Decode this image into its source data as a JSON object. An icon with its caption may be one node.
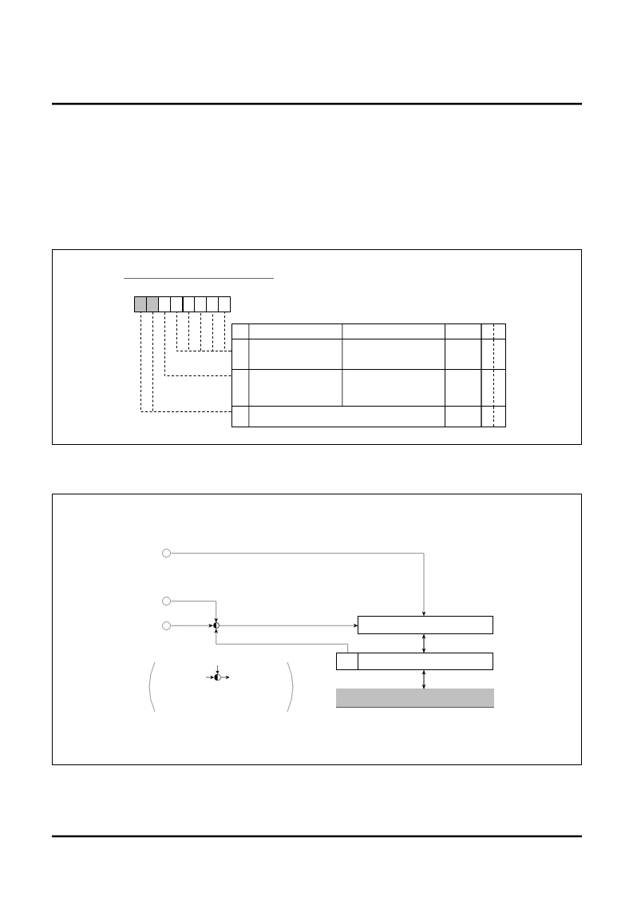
{
  "diagram": {
    "nodes": [
      {
        "text": [],
        "shape": "box"
      },
      {
        "text": [],
        "shape": "box",
        "in": 0
      },
      {
        "text": [],
        "shape": "box",
        "in": 0
      },
      {
        "text": [],
        "shape": "box",
        "in": 0
      },
      {
        "text": [],
        "shape": "box",
        "in": 0
      },
      {
        "text": [],
        "shape": "box",
        "in": 0
      },
      {
        "text": [],
        "shape": "box",
        "in": 0
      },
      {
        "text": [],
        "shape": "box",
        "in": 0
      },
      {
        "text": [],
        "shape": "box",
        "in": 0
      },
      {
        "text": [],
        "shape": "box",
        "in": 0
      },
      {
        "text": [],
        "shape": "box",
        "in": 0
      },
      {
        "text": [],
        "shape": "box",
        "in": 0
      },
      {
        "text": [],
        "shape": "box",
        "in": 0
      },
      {
        "text": [],
        "shape": "box"
      },
      {
        "text": [],
        "shape": "circle",
        "in": 13
      },
      {
        "text": [],
        "shape": "circle",
        "in": 13
      },
      {
        "text": [],
        "shape": "circle",
        "in": 13
      },
      {
        "text": [],
        "shape": "circle",
        "in": 13
      },
      {
        "text": [],
        "shape": "box",
        "in": 13
      },
      {
        "text": [],
        "shape": "box",
        "in": 13
      },
      {
        "text": [],
        "shape": "box",
        "in": 19
      },
      {
        "text": [],
        "shape": "bar",
        "in": 13
      }
    ],
    "edges": [
      {
        "from": 4,
        "to": 10,
        "arrow": "none",
        "style": "dashed"
      },
      {
        "from": 5,
        "to": 10,
        "arrow": "none",
        "style": "dashed"
      },
      {
        "from": 6,
        "to": 10,
        "arrow": "none",
        "style": "dashed"
      },
      {
        "from": 7,
        "to": 10,
        "arrow": "none",
        "style": "dashed"
      },
      {
        "from": 8,
        "to": 10,
        "arrow": "none",
        "style": "dashed"
      },
      {
        "from": 3,
        "to": 11,
        "arrow": "none",
        "style": "dashed"
      },
      {
        "from": 1,
        "to": 12,
        "arrow": "none",
        "style": "dashed"
      },
      {
        "from": 2,
        "to": 12,
        "arrow": "none",
        "style": "dashed"
      },
      {
        "from": 14,
        "to": 18,
        "arrow": "to",
        "color": "#8c8c8c"
      },
      {
        "from": 15,
        "to": 17,
        "arrow": "to",
        "color": "#8c8c8c"
      },
      {
        "from": 16,
        "to": 17,
        "arrow": "to",
        "color": "#8c8c8c"
      },
      {
        "from": 17,
        "to": 18,
        "arrow": "to",
        "color": "#8c8c8c"
      },
      {
        "from": 20,
        "to": 17,
        "arrow": "to",
        "color": "#8c8c8c"
      },
      {
        "from": 18,
        "to": 19,
        "arrow": "both"
      },
      {
        "from": 19,
        "to": 21,
        "arrow": "both"
      }
    ]
  }
}
